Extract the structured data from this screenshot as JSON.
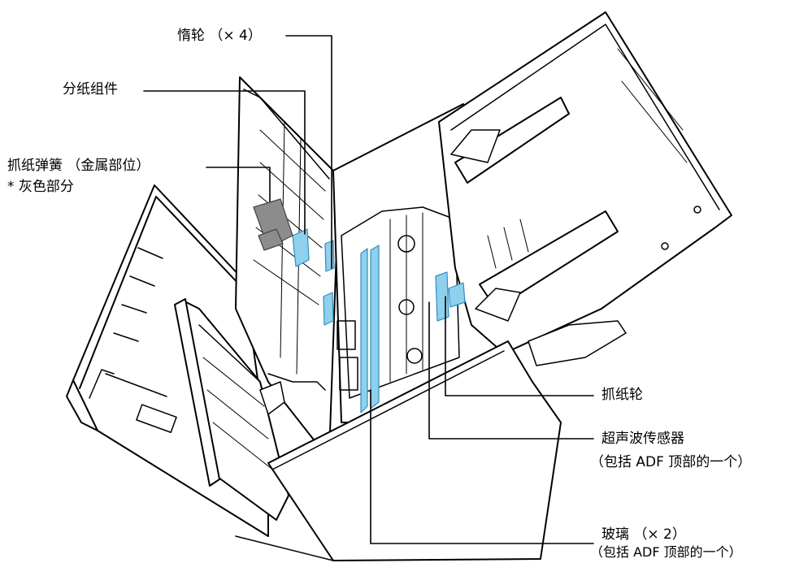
{
  "labels": {
    "idle_roller": "惰轮 （× 4）",
    "separator": "分纸组件",
    "pick_spring": "抓纸弹簧 （金属部位）",
    "pick_spring_note": "* 灰色部分",
    "pick_roller": "抓纸轮",
    "ultrasonic": "超声波传感器",
    "ultrasonic_note": "（包括 ADF 顶部的一个）",
    "glass": "玻璃 （× 2）",
    "glass_note": "（包括 ADF 顶部的一个）"
  },
  "colors": {
    "highlight": "#8fd0ec",
    "highlight_stroke": "#2f8fbf",
    "spring_gray": "#8c8c8c",
    "line": "#000000"
  }
}
